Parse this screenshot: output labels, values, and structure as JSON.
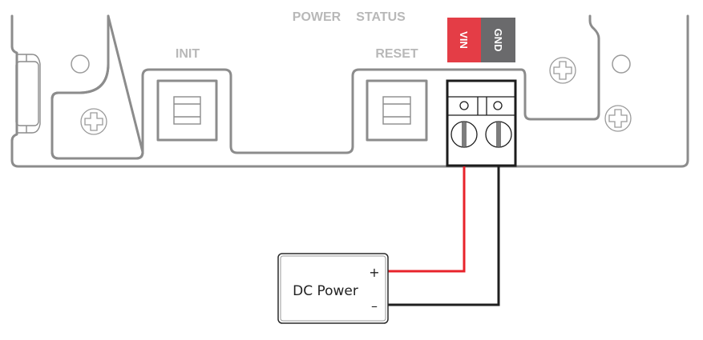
{
  "diagram": {
    "title": "DC power wiring to terminal block",
    "board": {
      "silkscreen_labels": {
        "power": "POWER",
        "status": "STATUS",
        "init": "INIT",
        "reset": "RESET"
      },
      "terminal_pins": [
        {
          "label": "VIN",
          "color": "#e43d46"
        },
        {
          "label": "GND",
          "color": "#6a6a6c"
        }
      ]
    },
    "power_supply": {
      "label": "DC Power",
      "positive": "+",
      "negative": "–"
    },
    "wires": [
      {
        "name": "positive",
        "from": "DC Power +",
        "to": "VIN",
        "color": "#e8232b"
      },
      {
        "name": "negative",
        "from": "DC Power –",
        "to": "GND",
        "color": "#1f1f1f"
      }
    ]
  }
}
